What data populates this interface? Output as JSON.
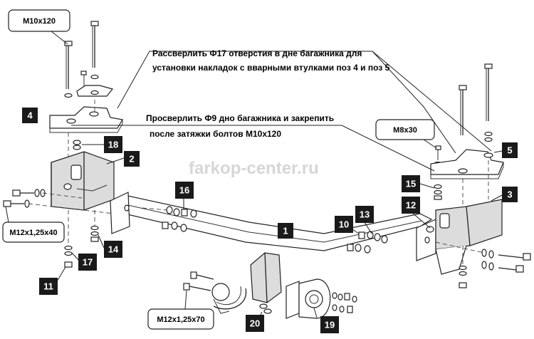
{
  "notes": {
    "drill_f17_line1": "Рассверлить Ф17 отверстия в дне багажника для",
    "drill_f17_line2": "установки накладок с вварными втулками поз 4 и поз 5",
    "drill_f9_line1": "Просверлить Ф9 дно багажника и закрепить",
    "drill_f9_line2": "после затяжки болтов М10х120"
  },
  "callouts": {
    "m10x120": "М10х120",
    "m8x30": "М8х30",
    "m12x125x40": "М12х1,25х40",
    "m12x125x70": "М12х1,25х70"
  },
  "watermark": "farkop-center.ru",
  "parts": {
    "p1": "1",
    "p2": "2",
    "p3": "3",
    "p4": "4",
    "p5": "5",
    "p10": "10",
    "p11": "11",
    "p12": "12",
    "p13": "13",
    "p14": "14",
    "p15": "15",
    "p16": "16",
    "p17": "17",
    "p18": "18",
    "p19": "19",
    "p20": "20"
  }
}
